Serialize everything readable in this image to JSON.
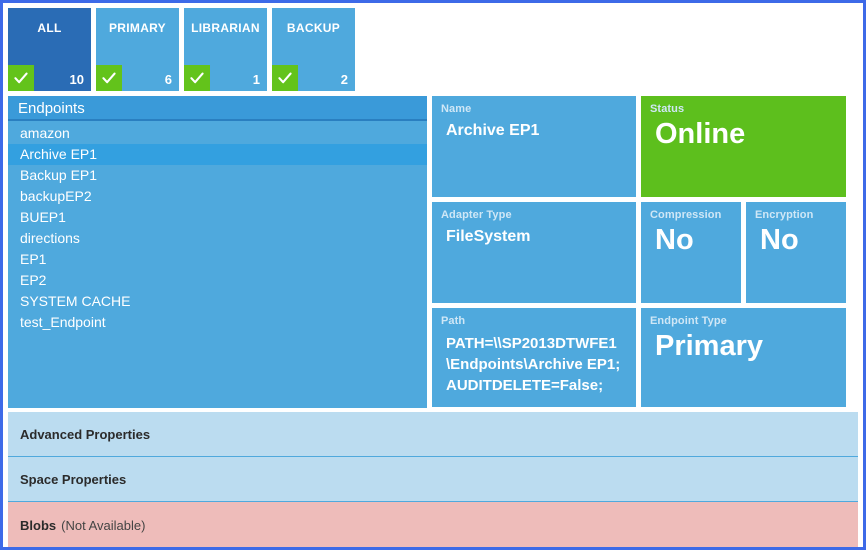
{
  "tabs": [
    {
      "label": "ALL",
      "count": "10",
      "selected": true,
      "check_icon": "check-icon"
    },
    {
      "label": "PRIMARY",
      "count": "6",
      "selected": false,
      "check_icon": "check-icon"
    },
    {
      "label": "LIBRARIAN",
      "count": "1",
      "selected": false,
      "check_icon": "check-icon"
    },
    {
      "label": "BACKUP",
      "count": "2",
      "selected": false,
      "check_icon": "check-icon"
    }
  ],
  "endpoints_panel": {
    "header": "Endpoints",
    "items": [
      {
        "label": "amazon",
        "selected": false
      },
      {
        "label": "Archive EP1",
        "selected": true
      },
      {
        "label": "Backup EP1",
        "selected": false
      },
      {
        "label": "backupEP2",
        "selected": false
      },
      {
        "label": "BUEP1",
        "selected": false
      },
      {
        "label": "directions",
        "selected": false
      },
      {
        "label": "EP1",
        "selected": false
      },
      {
        "label": "EP2",
        "selected": false
      },
      {
        "label": "SYSTEM CACHE",
        "selected": false
      },
      {
        "label": "test_Endpoint",
        "selected": false
      }
    ]
  },
  "tiles": {
    "name": {
      "label": "Name",
      "value": "Archive EP1"
    },
    "status": {
      "label": "Status",
      "value": "Online"
    },
    "adapter_type": {
      "label": "Adapter Type",
      "value": "FileSystem"
    },
    "compression": {
      "label": "Compression",
      "value": "No"
    },
    "encryption": {
      "label": "Encryption",
      "value": "No"
    },
    "path": {
      "label": "Path",
      "value": "PATH=\\\\SP2013DTWFE1\\Endpoints\\Archive EP1;AUDITDELETE=False;"
    },
    "endpoint_type": {
      "label": "Endpoint Type",
      "value": "Primary"
    }
  },
  "sections": [
    {
      "title": "Advanced Properties",
      "note": ""
    },
    {
      "title": "Space Properties",
      "note": ""
    },
    {
      "title": "Blobs",
      "note": "(Not Available)"
    }
  ],
  "colors": {
    "tab_selected": "#2a6cb5",
    "tab_normal": "#4fa9dd",
    "check_badge": "#63c31b",
    "status_online": "#5dbf1d",
    "tile_blue": "#4fa9dd",
    "section_blue": "#bbdcf0",
    "section_pink": "#eebcba",
    "frame_border": "#3d6ae8"
  }
}
